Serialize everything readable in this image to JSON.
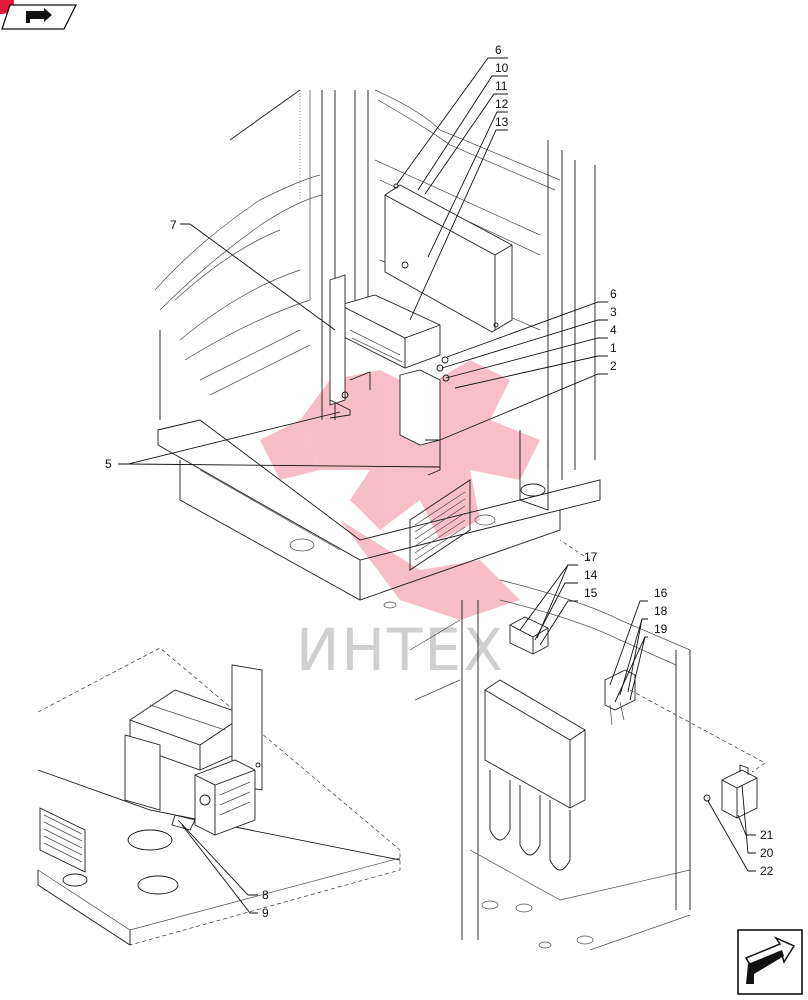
{
  "watermark": "ИНТЕХ",
  "nav": {
    "back_icon": "back-arrow-icon",
    "next_icon": "next-arrow-icon"
  },
  "colors": {
    "logo_red": "#e8183a",
    "watermark_grey": "#cfcfcf"
  },
  "callouts": {
    "c6a": "6",
    "c10": "10",
    "c11": "11",
    "c12": "12",
    "c13": "13",
    "c7": "7",
    "c6b": "6",
    "c3": "3",
    "c4": "4",
    "c1": "1",
    "c2": "2",
    "c5": "5",
    "c17": "17",
    "c14": "14",
    "c15": "15",
    "c16": "16",
    "c18": "18",
    "c19": "19",
    "c21": "21",
    "c20": "20",
    "c22": "22",
    "c8": "8",
    "c9": "9"
  }
}
